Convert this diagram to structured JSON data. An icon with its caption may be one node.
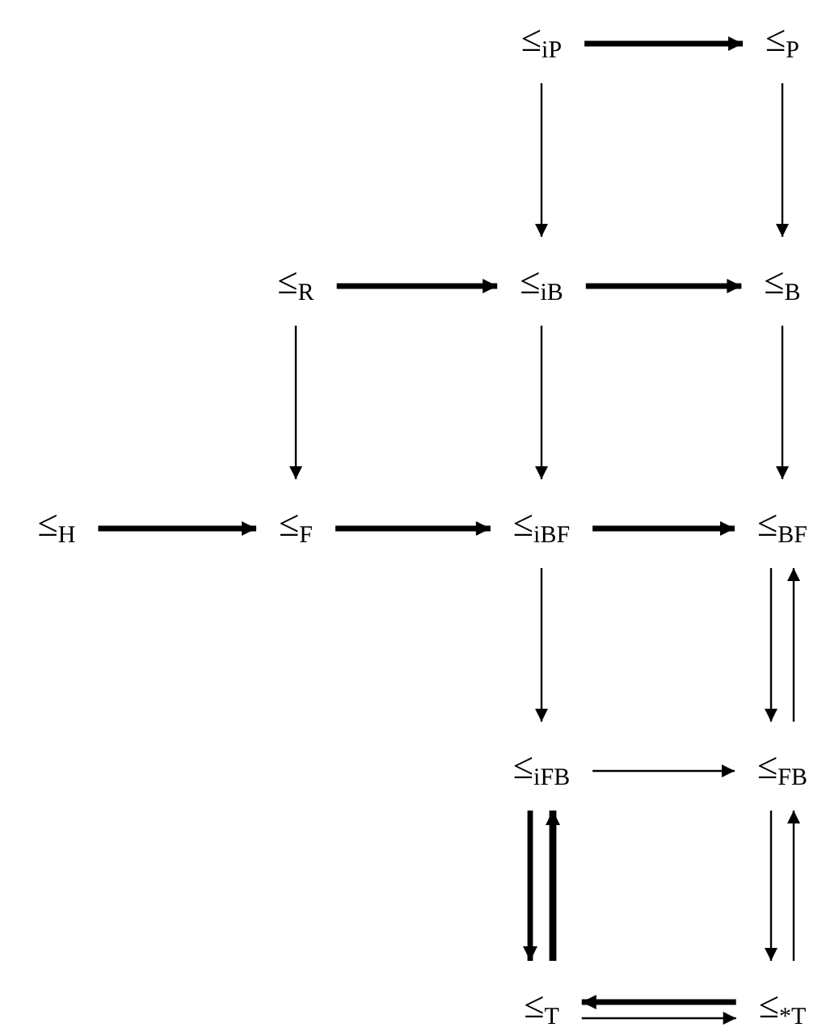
{
  "diagram": {
    "nodes": [
      {
        "text": [
          "≤$_{iP}$"
        ]
      },
      {
        "text": [
          "≤$_{P}$"
        ]
      },
      {
        "text": [
          "≤$_{R}$"
        ]
      },
      {
        "text": [
          "≤$_{iB}$"
        ]
      },
      {
        "text": [
          "≤$_{B}$"
        ]
      },
      {
        "text": [
          "≤$_{H}$"
        ]
      },
      {
        "text": [
          "≤$_{F}$"
        ]
      },
      {
        "text": [
          "≤$_{iBF}$"
        ]
      },
      {
        "text": [
          "≤$_{BF}$"
        ]
      },
      {
        "text": [
          "≤$_{iFB}$"
        ]
      },
      {
        "text": [
          "≤$_{FB}$"
        ]
      },
      {
        "text": [
          "≤$_{T}$"
        ]
      },
      {
        "text": [
          "≤$_{*T}$"
        ]
      }
    ],
    "edges": [
      {
        "from": 0,
        "to": 1,
        "arrow": "to",
        "style": "thick"
      },
      {
        "from": 0,
        "to": 3,
        "arrow": "to"
      },
      {
        "from": 1,
        "to": 4,
        "arrow": "to"
      },
      {
        "from": 2,
        "to": 3,
        "arrow": "to",
        "style": "thick"
      },
      {
        "from": 3,
        "to": 4,
        "arrow": "to",
        "style": "thick"
      },
      {
        "from": 2,
        "to": 6,
        "arrow": "to"
      },
      {
        "from": 3,
        "to": 7,
        "arrow": "to"
      },
      {
        "from": 4,
        "to": 8,
        "arrow": "to"
      },
      {
        "from": 5,
        "to": 6,
        "arrow": "to",
        "style": "thick"
      },
      {
        "from": 6,
        "to": 7,
        "arrow": "to",
        "style": "thick"
      },
      {
        "from": 7,
        "to": 8,
        "arrow": "to",
        "style": "thick"
      },
      {
        "from": 7,
        "to": 9,
        "arrow": "to"
      },
      {
        "from": 8,
        "to": 10,
        "arrow": "to"
      },
      {
        "from": 10,
        "to": 8,
        "arrow": "to"
      },
      {
        "from": 9,
        "to": 10,
        "arrow": "to"
      },
      {
        "from": 9,
        "to": 11,
        "arrow": "to",
        "style": "thick"
      },
      {
        "from": 11,
        "to": 9,
        "arrow": "to",
        "style": "thick"
      },
      {
        "from": 10,
        "to": 12,
        "arrow": "to"
      },
      {
        "from": 12,
        "to": 10,
        "arrow": "to"
      },
      {
        "from": 12,
        "to": 11,
        "arrow": "to",
        "style": "thick"
      },
      {
        "from": 11,
        "to": 12,
        "arrow": "to"
      }
    ]
  }
}
